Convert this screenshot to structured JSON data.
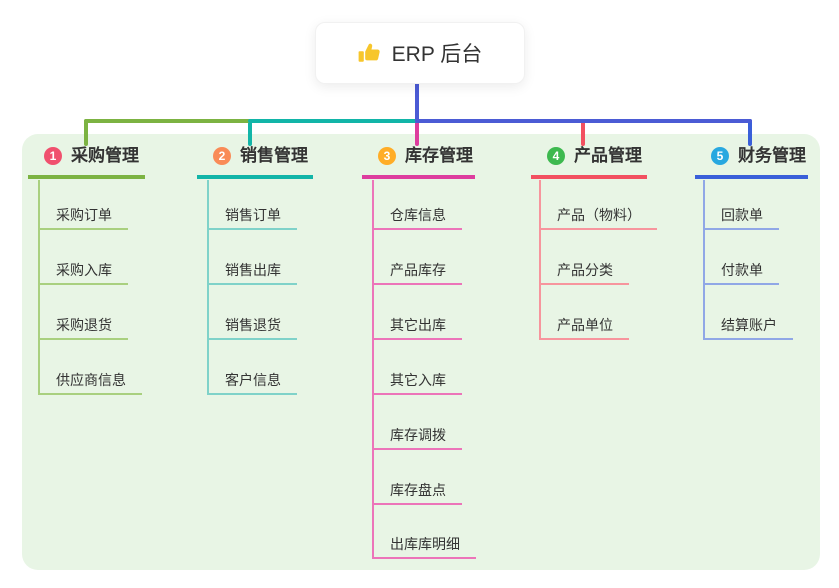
{
  "root": {
    "label": "ERP 后台",
    "icon": "thumbs-up-icon",
    "icon_color": "#F7C62B"
  },
  "colors": {
    "canvas_background": "#E8F5E5",
    "root_connector": "#4B5BD5",
    "node_text": "#333333"
  },
  "branches": [
    {
      "number": "1",
      "title": "采购管理",
      "color": "#7CB342",
      "light_color": "#A9D07F",
      "badge_color": "#F0506E",
      "children": [
        "采购订单",
        "采购入库",
        "采购退货",
        "供应商信息"
      ]
    },
    {
      "number": "2",
      "title": "销售管理",
      "color": "#12B5A8",
      "light_color": "#7FD2C9",
      "badge_color": "#F98B57",
      "children": [
        "销售订单",
        "销售出库",
        "销售退货",
        "客户信息"
      ]
    },
    {
      "number": "3",
      "title": "库存管理",
      "color": "#DD3D9E",
      "light_color": "#EC74B9",
      "badge_color": "#FFAD27",
      "children": [
        "仓库信息",
        "产品库存",
        "其它出库",
        "其它入库",
        "库存调拨",
        "库存盘点",
        "出库库明细"
      ]
    },
    {
      "number": "4",
      "title": "产品管理",
      "color": "#F25060",
      "light_color": "#F7959D",
      "badge_color": "#3DB94F",
      "children": [
        "产品（物料）",
        "产品分类",
        "产品单位"
      ]
    },
    {
      "number": "5",
      "title": "财务管理",
      "color": "#3A5FD9",
      "light_color": "#90A7E6",
      "badge_color": "#28A8E0",
      "children": [
        "回款单",
        "付款单",
        "结算账户"
      ]
    }
  ]
}
